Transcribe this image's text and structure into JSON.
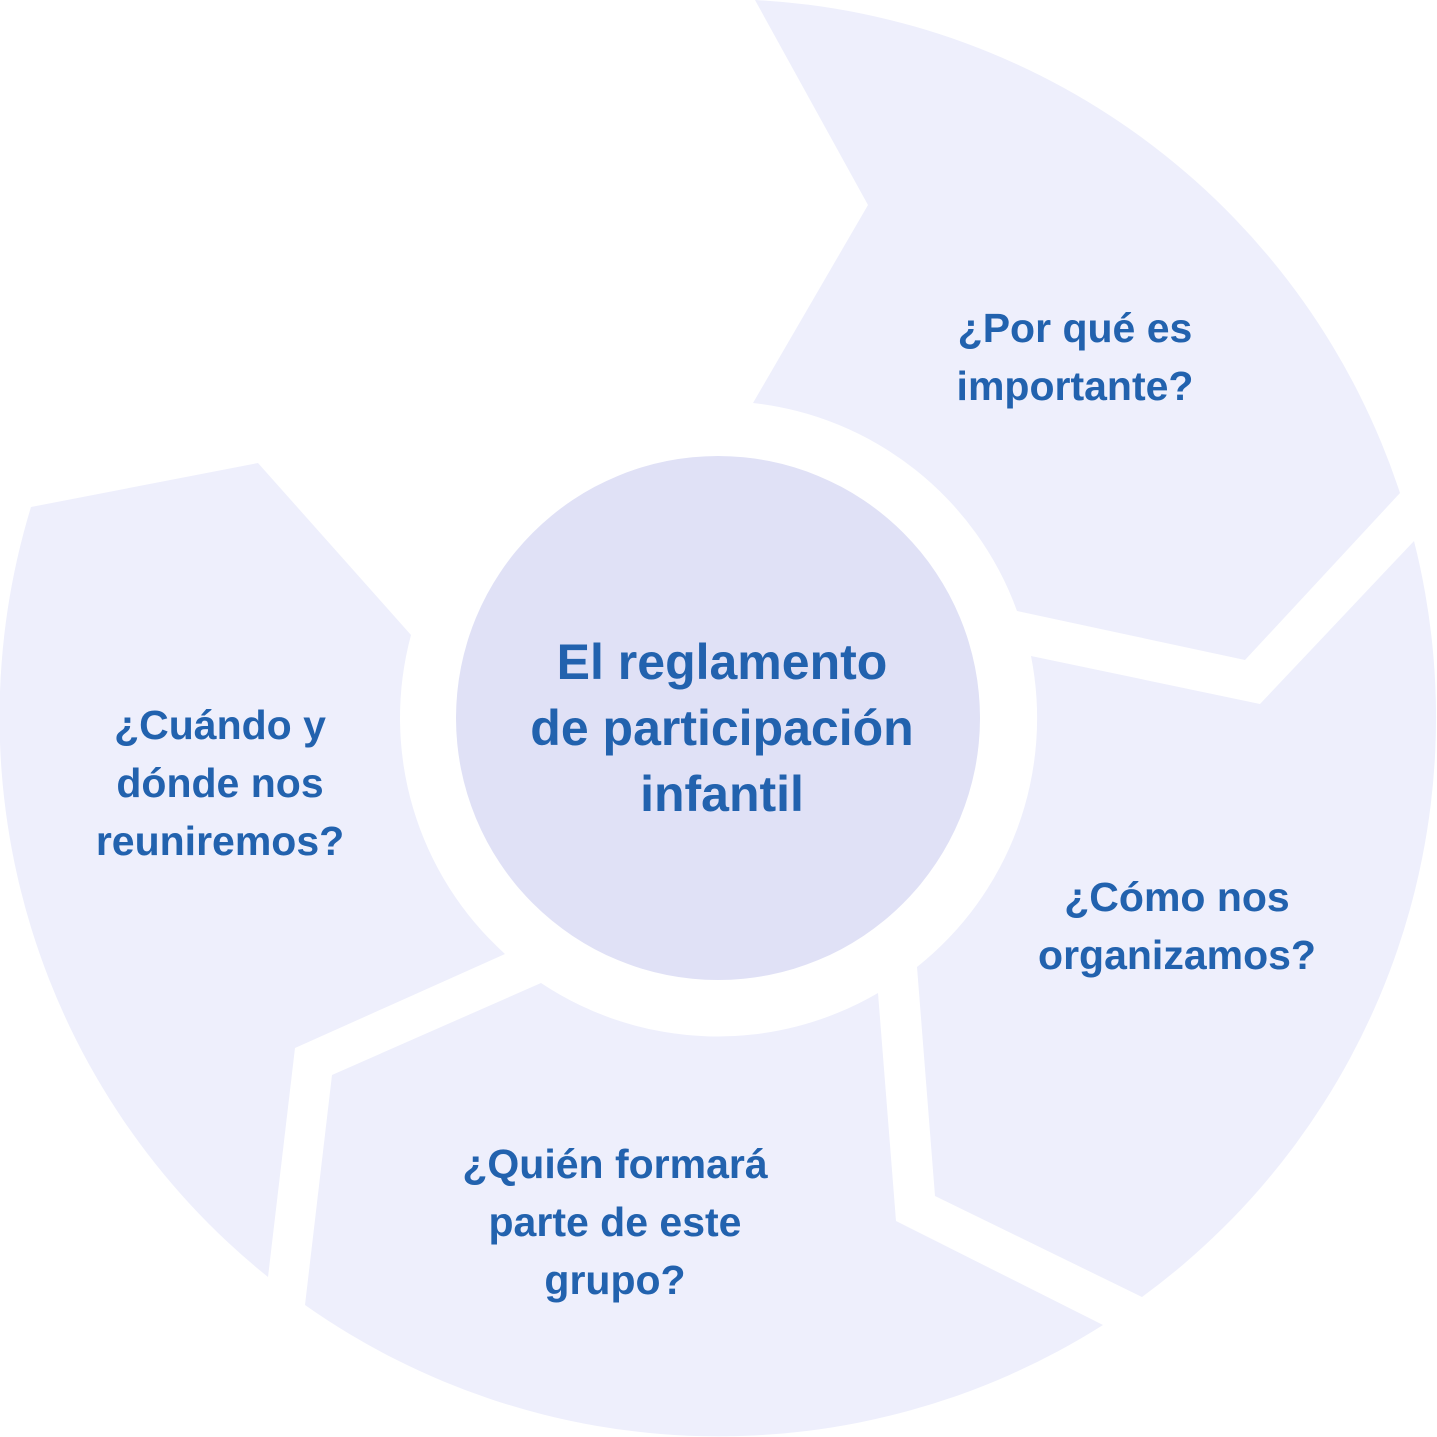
{
  "center": {
    "lines": [
      "El reglamento",
      "de participación",
      "infantil"
    ]
  },
  "segments": [
    {
      "lines": [
        "¿Por qué es",
        "importante?"
      ]
    },
    {
      "lines": [
        "¿Cómo nos",
        "organizamos?"
      ]
    },
    {
      "lines": [
        "¿Quién formará",
        "parte de este",
        "grupo?"
      ]
    },
    {
      "lines": [
        "¿Cuándo y",
        "dónde nos",
        "reuniremos?"
      ]
    }
  ],
  "colors": {
    "segment_fill": "#eeeffc",
    "center_fill": "#e0e1f6",
    "text": "#2262ae"
  }
}
